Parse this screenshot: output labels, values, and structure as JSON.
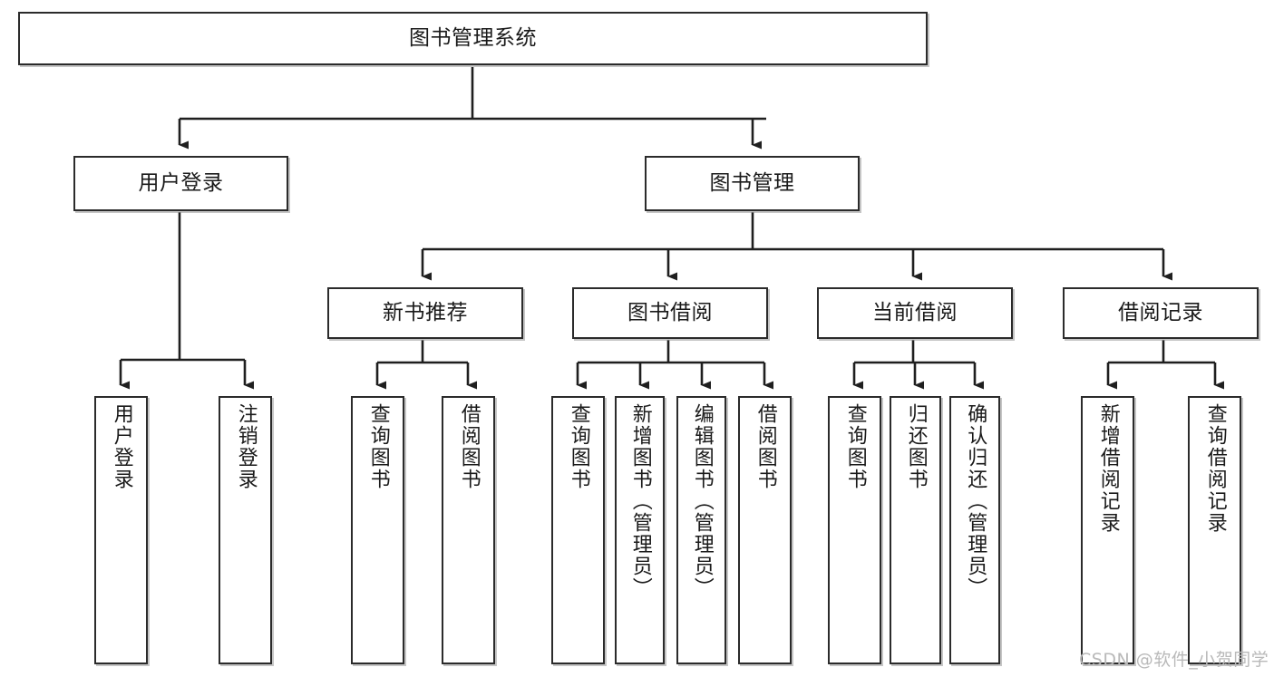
{
  "diagram": {
    "title": "图书管理系统",
    "type": "tree-structure-chart",
    "watermark": "CSDN @软件_小贺同学",
    "colors": {
      "box_border": "#2b2b2b",
      "box_fill": "#ffffff",
      "connector": "#1f1f1f",
      "watermark": "#b9b9b9",
      "background": "#ffffff"
    },
    "levels": {
      "root": {
        "label": "图书管理系统"
      },
      "level2": [
        {
          "label": "用户登录"
        },
        {
          "label": "图书管理"
        }
      ],
      "level3": [
        {
          "label": "新书推荐"
        },
        {
          "label": "图书借阅"
        },
        {
          "label": "当前借阅"
        },
        {
          "label": "借阅记录"
        }
      ],
      "leaves": [
        {
          "label": "用户登录",
          "parent": "用户登录"
        },
        {
          "label": "注销登录",
          "parent": "用户登录"
        },
        {
          "label": "查询图书",
          "parent": "新书推荐"
        },
        {
          "label": "借阅图书",
          "parent": "新书推荐"
        },
        {
          "label": "查询图书",
          "parent": "图书借阅"
        },
        {
          "label": "新增图书（管理员）",
          "parent": "图书借阅"
        },
        {
          "label": "编辑图书（管理员）",
          "parent": "图书借阅"
        },
        {
          "label": "借阅图书",
          "parent": "图书借阅"
        },
        {
          "label": "查询图书",
          "parent": "当前借阅"
        },
        {
          "label": "归还图书",
          "parent": "当前借阅"
        },
        {
          "label": "确认归还（管理员）",
          "parent": "当前借阅"
        },
        {
          "label": "新增借阅记录",
          "parent": "借阅记录"
        },
        {
          "label": "查询借阅记录",
          "parent": "借阅记录"
        }
      ]
    }
  }
}
